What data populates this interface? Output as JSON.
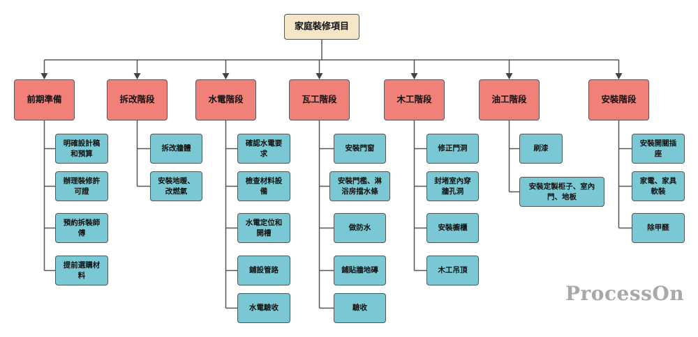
{
  "diagram": {
    "root": {
      "label": "家庭裝修項目"
    },
    "stages": [
      {
        "label": "前期準備",
        "tasks": [
          "明確設計稿和預算",
          "辦理裝修許可證",
          "預約拆裝師傅",
          "提前選購材料"
        ]
      },
      {
        "label": "拆改階段",
        "tasks": [
          "拆改牆體",
          "安裝地暖、改燃氣"
        ]
      },
      {
        "label": "水電階段",
        "tasks": [
          "確認水電要求",
          "檢查材料設備",
          "水電定位和開槽",
          "鋪設管路",
          "水電驗收"
        ]
      },
      {
        "label": "瓦工階段",
        "tasks": [
          "安裝門窗",
          "安裝門檻、淋浴房擋水條",
          "做防水",
          "鋪貼牆地磚",
          "驗收"
        ]
      },
      {
        "label": "木工階段",
        "tasks": [
          "修正門洞",
          "封堵室內穿牆孔洞",
          "安裝櫥櫃",
          "木工吊頂"
        ]
      },
      {
        "label": "油工階段",
        "tasks": [
          "刷漆",
          "安裝定製柜子、室內門、地板"
        ]
      },
      {
        "label": "安裝階段",
        "tasks": [
          "安裝開關插座",
          "家電、家具軟裝",
          "除甲醛"
        ]
      }
    ],
    "colors": {
      "root": "#f5e6c8",
      "stage": "#f08078",
      "task": "#79c8d3",
      "line": "#555555"
    }
  },
  "watermark": "ProcessOn"
}
